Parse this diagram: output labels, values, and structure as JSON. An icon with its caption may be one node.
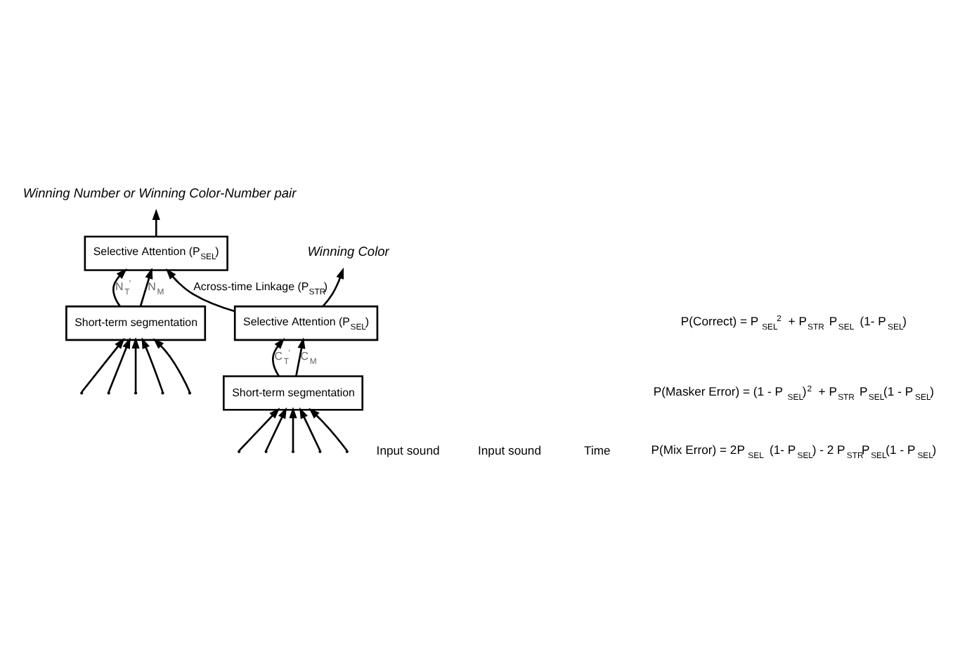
{
  "diagram": {
    "nodes": [
      {
        "text": [
          "Winning Color"
        ]
      },
      {
        "text": [
          "Selective Attention (P$_{SEL}$)"
        ]
      },
      {
        "text": [
          "Short-term segmentation"
        ]
      },
      {
        "text": [
          "Winning Number or Winning Color-Number pair"
        ]
      },
      {
        "text": [
          "Selective Attention (P$_{SEL}$)"
        ]
      },
      {
        "text": [
          "Short-term segmentation"
        ]
      }
    ],
    "edges": [
      {
        "from": 2,
        "to": 1,
        "arrow": "to",
        "label": "C$_{T}$$^{'}$"
      },
      {
        "from": 2,
        "to": 1,
        "arrow": "to",
        "label": "C$_{M}$"
      },
      {
        "from": 1,
        "to": 0,
        "arrow": "to"
      },
      {
        "from": 1,
        "to": 4,
        "arrow": "to",
        "label": "Across-time Linkage (P$_{STR}$)"
      },
      {
        "from": 5,
        "to": 4,
        "arrow": "to",
        "label": "N$_{T}$$^{'}$"
      },
      {
        "from": 5,
        "to": 4,
        "arrow": "to",
        "label": "N$_{M}$"
      },
      {
        "from": 4,
        "to": 3,
        "arrow": "to"
      },
      {
        "from": null,
        "to": 2,
        "arrow": "to"
      },
      {
        "from": null,
        "to": 2,
        "arrow": "to"
      },
      {
        "from": null,
        "to": 2,
        "arrow": "to"
      },
      {
        "from": null,
        "to": 2,
        "arrow": "to"
      },
      {
        "from": null,
        "to": 2,
        "arrow": "to"
      },
      {
        "from": null,
        "to": 5,
        "arrow": "to"
      },
      {
        "from": null,
        "to": 5,
        "arrow": "to"
      },
      {
        "from": null,
        "to": 5,
        "arrow": "to"
      },
      {
        "from": null,
        "to": 5,
        "arrow": "to"
      },
      {
        "from": null,
        "to": 5,
        "arrow": "to"
      }
    ],
    "labels": [
      "Input sound",
      "Input sound",
      "Time",
      "P(Correct) = P$_{SEL}$$^{2}$ + P$_{STR}$ P$_{SEL}$ (1- P$_{SEL}$)",
      "P(Masker Error) = (1 - P$_{SEL}$)$^{2}$ + P$_{STR}$ P$_{SEL}$(1 - P$_{SEL}$)",
      "P(Mix Error) = 2P$_{SEL}$ (1- P$_{SEL}$) - 2 P$_{STR}$P$_{SEL}$(1 - P$_{SEL}$)"
    ]
  }
}
